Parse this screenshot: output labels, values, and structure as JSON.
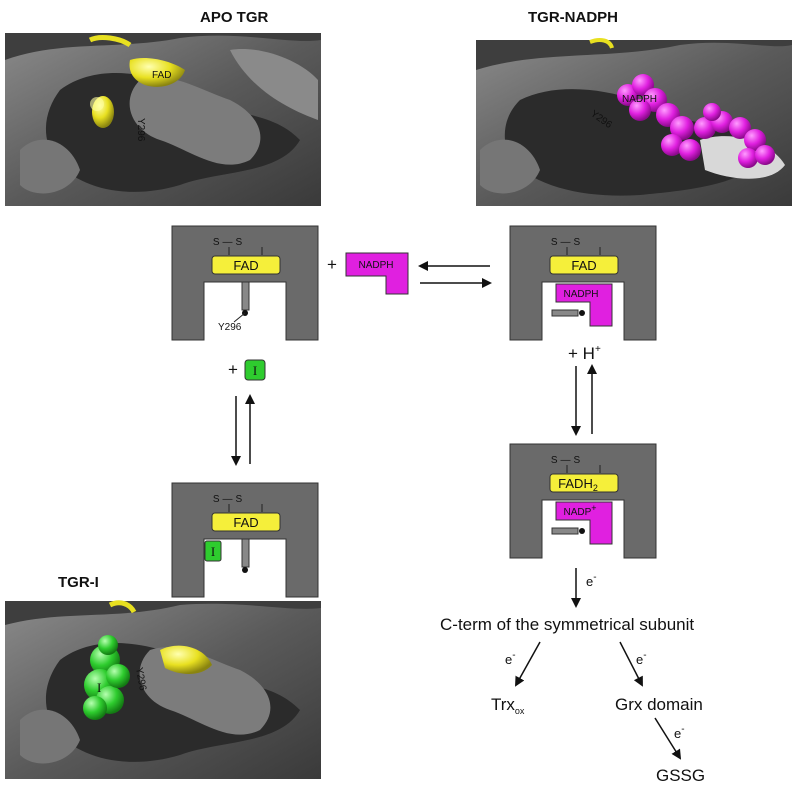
{
  "panels": {
    "apo": {
      "title": "APO TGR",
      "fad": "FAD",
      "residue": "Y296"
    },
    "nadph": {
      "title": "TGR-NADPH",
      "ligand": "NADPH",
      "residue": "Y296"
    },
    "inhibitor": {
      "title": "TGR-I",
      "ligand": "I",
      "residue": "Y296"
    }
  },
  "schemes": {
    "top_left": {
      "disulfide": "S—S",
      "cofactor": "FAD",
      "residue": "Y296"
    },
    "nadph_reagent": {
      "prefix": "+",
      "label": "NADPH"
    },
    "top_right": {
      "disulfide": "S—S",
      "cofactor": "FAD",
      "ligand": "NADPH"
    },
    "proton": {
      "text": "+ H",
      "sup": "+"
    },
    "inhibitor_reagent": {
      "prefix": "+",
      "label": "I"
    },
    "bottom_left": {
      "disulfide": "S—S",
      "cofactor": "FAD",
      "ligand": "I"
    },
    "reduced": {
      "disulfide": "S—S",
      "cofactor": "FADH",
      "cofactor_sub": "2",
      "ligand": "NADP",
      "ligand_sup": "+"
    }
  },
  "pathway": {
    "electron": "e",
    "electron_sup": "-",
    "cterm": "C-term of the symmetrical subunit",
    "trx": "Trx",
    "trx_sub": "ox",
    "grx": "Grx domain",
    "gssg": "GSSG"
  },
  "colors": {
    "protein": "#666666",
    "fad": "#f5ef3a",
    "nadph": "#e020e0",
    "inhibitor": "#2ecc2e",
    "arrow": "#111111"
  }
}
